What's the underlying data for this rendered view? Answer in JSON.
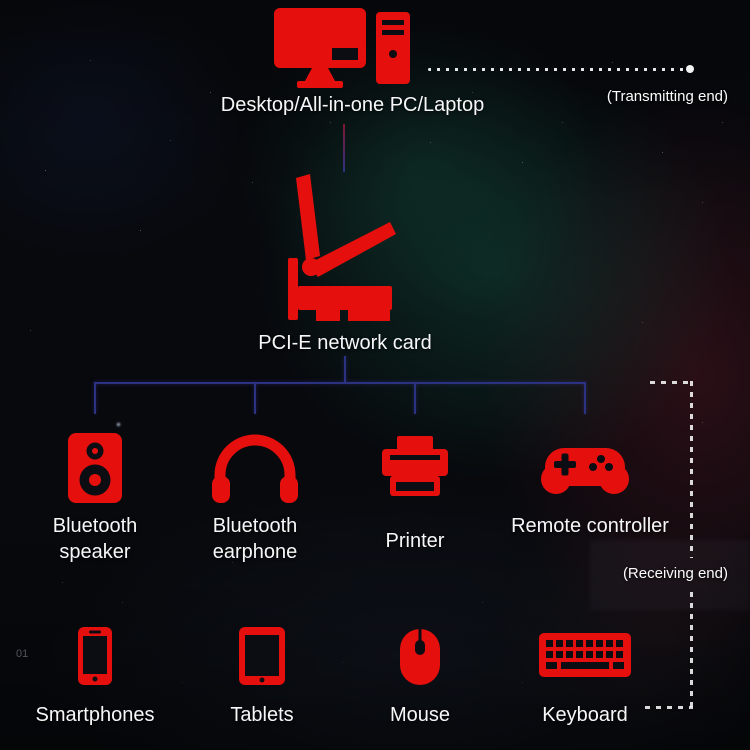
{
  "page": {
    "bg_mark": "01"
  },
  "colors": {
    "accent": "#e5100d",
    "line": "#2c3282",
    "text": "#f7f7f7"
  },
  "transmitting": {
    "device_label": "Desktop/All-in-one PC/Laptop",
    "note": "(Transmitting end)"
  },
  "hub": {
    "label": "PCI-E network card"
  },
  "receiving": {
    "note": "(Receiving end)",
    "row1": [
      {
        "id": "bluetooth-speaker",
        "label": "Bluetooth speaker",
        "icon": "speaker-icon"
      },
      {
        "id": "bluetooth-earphone",
        "label": "Bluetooth earphone",
        "icon": "headphone-icon"
      },
      {
        "id": "printer",
        "label": "Printer",
        "icon": "printer-icon"
      },
      {
        "id": "remote-controller",
        "label": "Remote controller",
        "icon": "gamepad-icon"
      }
    ],
    "row2": [
      {
        "id": "smartphones",
        "label": "Smartphones",
        "icon": "smartphone-icon"
      },
      {
        "id": "tablets",
        "label": "Tablets",
        "icon": "tablet-icon"
      },
      {
        "id": "mouse",
        "label": "Mouse",
        "icon": "mouse-icon"
      },
      {
        "id": "keyboard",
        "label": "Keyboard",
        "icon": "keyboard-icon"
      }
    ]
  }
}
